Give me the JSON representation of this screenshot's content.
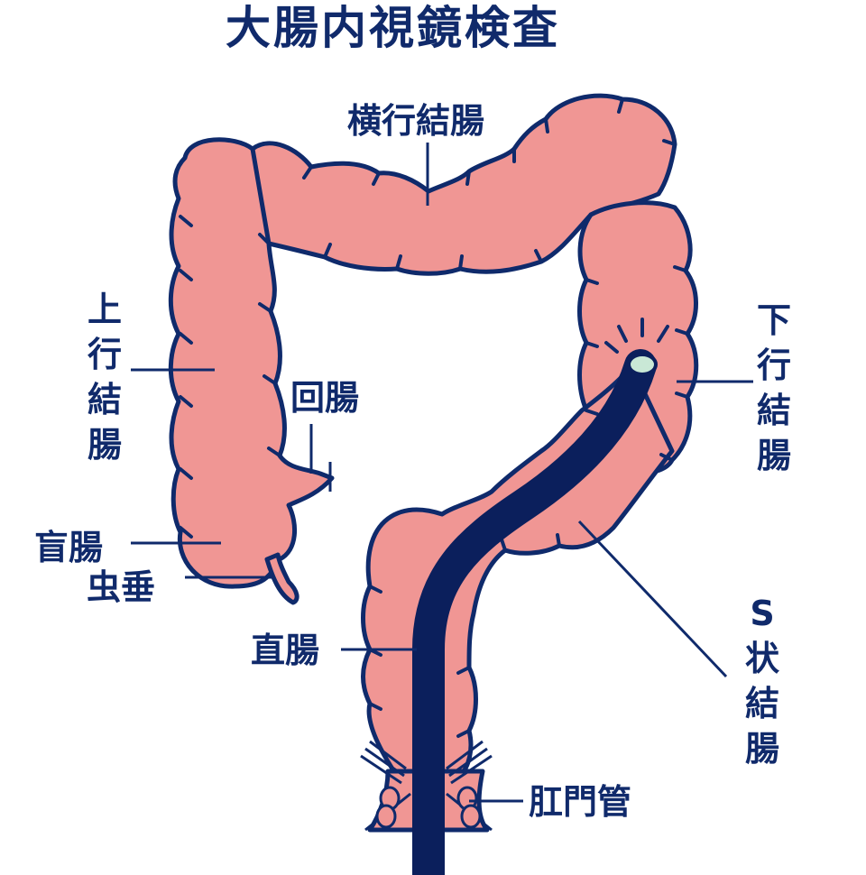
{
  "title": "大腸内視鏡検査",
  "colors": {
    "colon_fill": "#f09694",
    "outline": "#0f2a6b",
    "scope": "#0b1f5c",
    "scope_tip": "#c9e8d6",
    "label": "#102a6b"
  },
  "labels": {
    "transverse_colon": "横行結腸",
    "ascending_colon": "上行結腸",
    "ileum": "回腸",
    "cecum": "盲腸",
    "appendix": "虫垂",
    "descending_colon": "下行結腸",
    "rectum": "直腸",
    "sigmoid_colon": "S状結腸",
    "anal_canal": "肛門管"
  },
  "icons": {
    "colon": "large-intestine-illustration",
    "endoscope": "endoscope-tube",
    "light": "endoscope-light-rays"
  }
}
